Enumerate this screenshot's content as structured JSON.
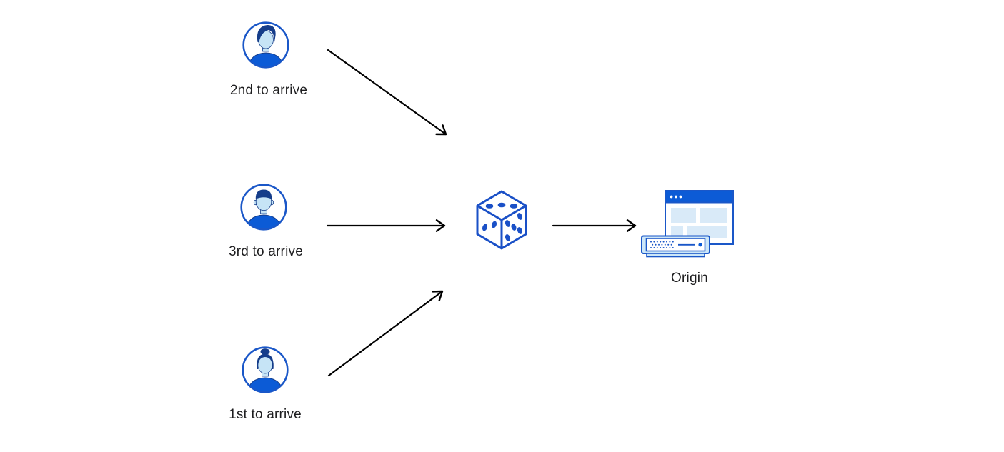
{
  "diagram": {
    "nodes": {
      "user_top": {
        "label": "2nd to arrive",
        "icon": "user-avatar-male-quiff"
      },
      "user_middle": {
        "label": "3rd to arrive",
        "icon": "user-avatar-male-short-hair"
      },
      "user_bottom": {
        "label": "1st to arrive",
        "icon": "user-avatar-female-bun"
      },
      "randomizer": {
        "icon": "dice-icon",
        "pips_visible": {
          "top_face": 3,
          "left_face": 2,
          "right_face": 5
        }
      },
      "origin": {
        "label": "Origin",
        "icon": "browser-window-and-server-icon"
      }
    },
    "edges": [
      {
        "from": "user_top",
        "to": "randomizer"
      },
      {
        "from": "user_middle",
        "to": "randomizer"
      },
      {
        "from": "user_bottom",
        "to": "randomizer"
      },
      {
        "from": "randomizer",
        "to": "origin"
      }
    ],
    "colors": {
      "primary_blue": "#0c5bd6",
      "outline_blue": "#1a57c8",
      "dice_blue": "#1a50c7",
      "dark_navy": "#153d8a",
      "face_blue": "#c6e4f6",
      "server_frame_blue": "#cde7f8",
      "browser_block_blue": "#d9eaf8",
      "arrow_black": "#000000",
      "text": "#1d1d1f",
      "background": "#ffffff"
    }
  }
}
